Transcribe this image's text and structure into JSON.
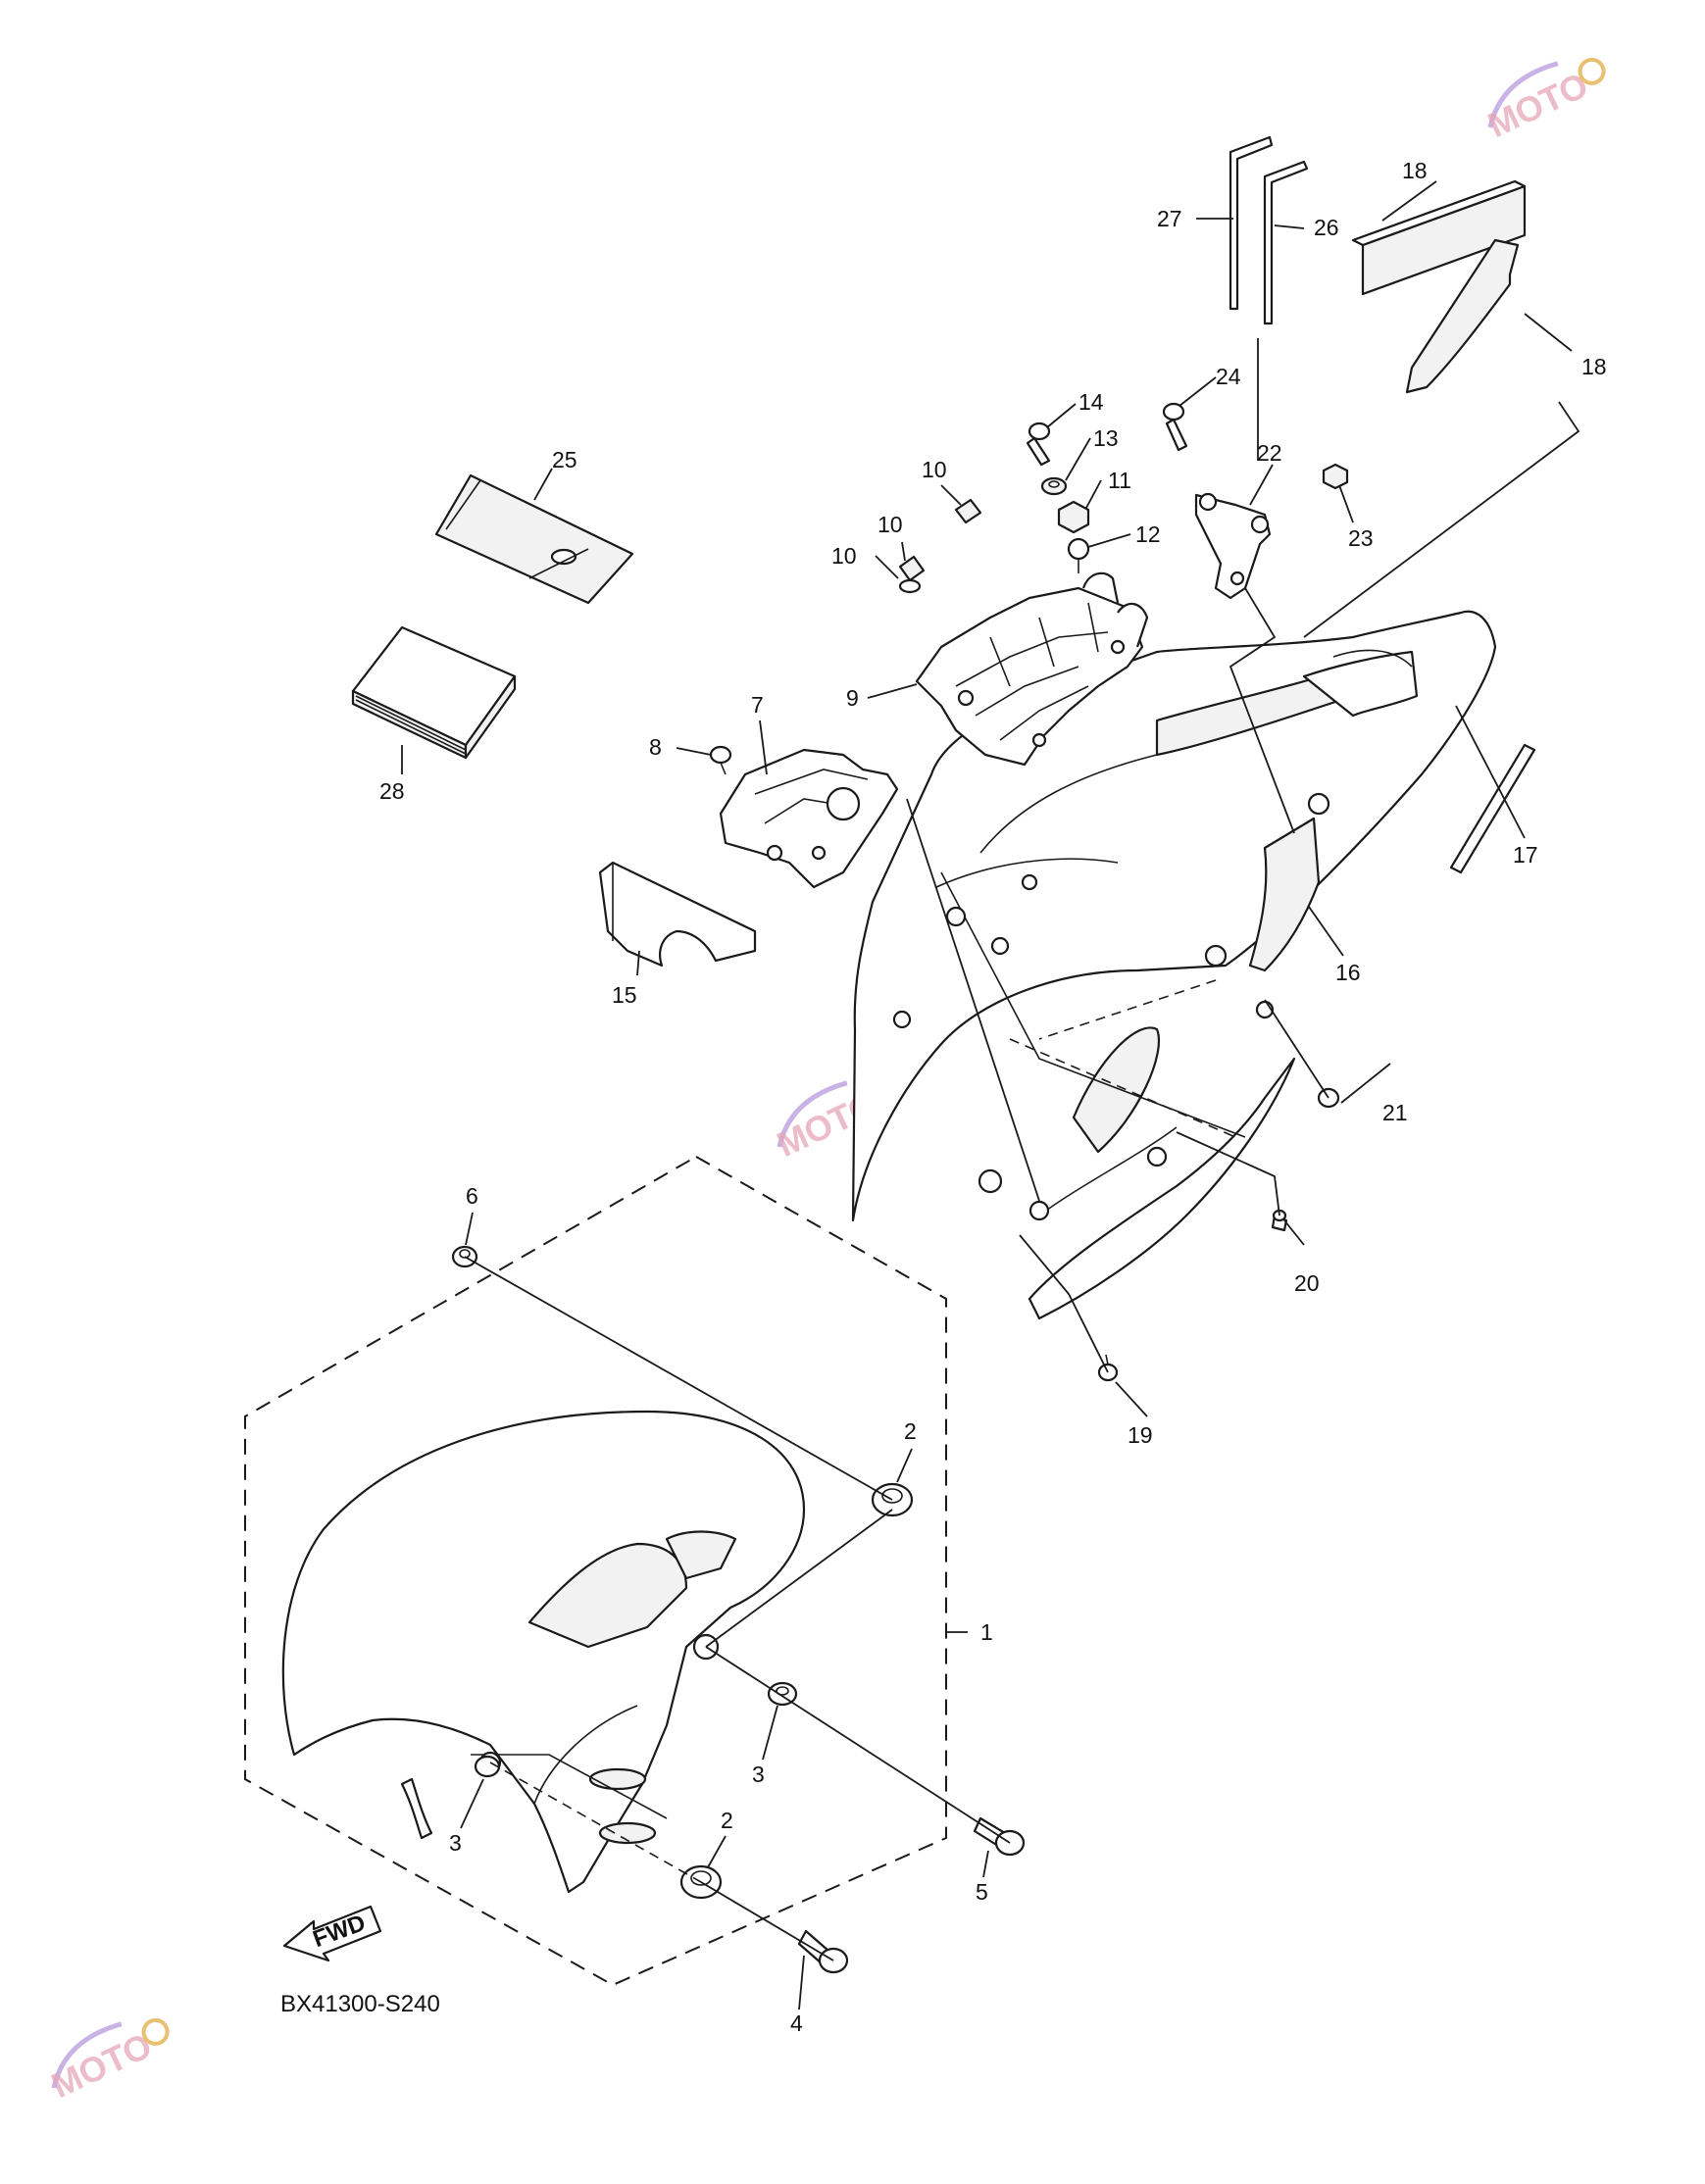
{
  "diagram_code": "BX41300-S240",
  "fwd_label": "FWD",
  "watermark": "MOTO",
  "parts": [
    {
      "num": "1"
    },
    {
      "num": "2"
    },
    {
      "num": "2"
    },
    {
      "num": "3"
    },
    {
      "num": "3"
    },
    {
      "num": "4"
    },
    {
      "num": "5"
    },
    {
      "num": "6"
    },
    {
      "num": "7"
    },
    {
      "num": "8"
    },
    {
      "num": "9"
    },
    {
      "num": "10"
    },
    {
      "num": "10"
    },
    {
      "num": "10"
    },
    {
      "num": "11"
    },
    {
      "num": "12"
    },
    {
      "num": "13"
    },
    {
      "num": "14"
    },
    {
      "num": "15"
    },
    {
      "num": "16"
    },
    {
      "num": "17"
    },
    {
      "num": "18"
    },
    {
      "num": "18"
    },
    {
      "num": "19"
    },
    {
      "num": "20"
    },
    {
      "num": "21"
    },
    {
      "num": "22"
    },
    {
      "num": "23"
    },
    {
      "num": "24"
    },
    {
      "num": "25"
    },
    {
      "num": "26"
    },
    {
      "num": "27"
    },
    {
      "num": "28"
    }
  ]
}
